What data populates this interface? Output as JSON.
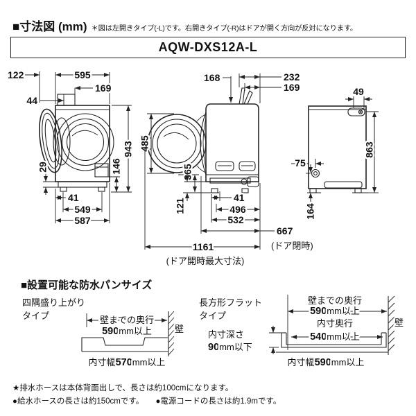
{
  "header": {
    "title": "■寸法図 (mm)",
    "note": "＊図は左開きタイプ(-L)です。右開きタイプ(-R)はドアが開く方向が反対になります。"
  },
  "model_label": "AQW-DXS12A-L",
  "views": {
    "front": {
      "d122": "122",
      "d595": "595",
      "d169": "169",
      "d44": "44",
      "d943": "943",
      "d146": "146",
      "d29": "29",
      "d41": "41",
      "d549": "549",
      "d587": "587"
    },
    "side": {
      "d168": "168",
      "d232": "232",
      "d169": "169",
      "d485": "485",
      "d365": "365",
      "d121": "121",
      "d41": "41",
      "d496": "496",
      "d532": "532",
      "d667": "667",
      "door_closed_note": "(ドア閉時)",
      "d1161": "1161",
      "door_open_note": "(ドア開時最大寸法)"
    },
    "rear": {
      "d49": "49",
      "d863": "863",
      "d75": "75",
      "d164": "164"
    }
  },
  "pan": {
    "title": "■設置可能な防水パンサイズ",
    "left": {
      "type1": "四隅盛り上がり",
      "type2": "タイプ",
      "wall_depth_label": "壁までの奥行",
      "wall_depth_value": "590",
      "wall_depth_suffix": "mm以上",
      "wall": "壁",
      "width_label": "内寸幅",
      "width_value": "570",
      "width_suffix": "mm以上"
    },
    "right": {
      "type1": "長方形フラット",
      "type2": "タイプ",
      "wall_depth_label": "壁までの奥行",
      "wall_depth_value": "590",
      "wall_depth_suffix": "mm以上",
      "inner_depth_label": "内寸奥行",
      "inner_depth_value": "540",
      "inner_depth_suffix": "mm以上",
      "depth_label": "内寸深さ",
      "depth_value": "90",
      "depth_suffix": "mm以下",
      "wall": "壁",
      "width_label": "内寸幅",
      "width_value": "590",
      "width_suffix": "mm以上"
    }
  },
  "footnotes": {
    "line1": "★排水ホースは本体背面出しで、長さは約100cmになります。",
    "line2a": "●給水ホースの長さは約150cmです。",
    "line2b": "●電源コードの長さは約1.9mです。"
  }
}
